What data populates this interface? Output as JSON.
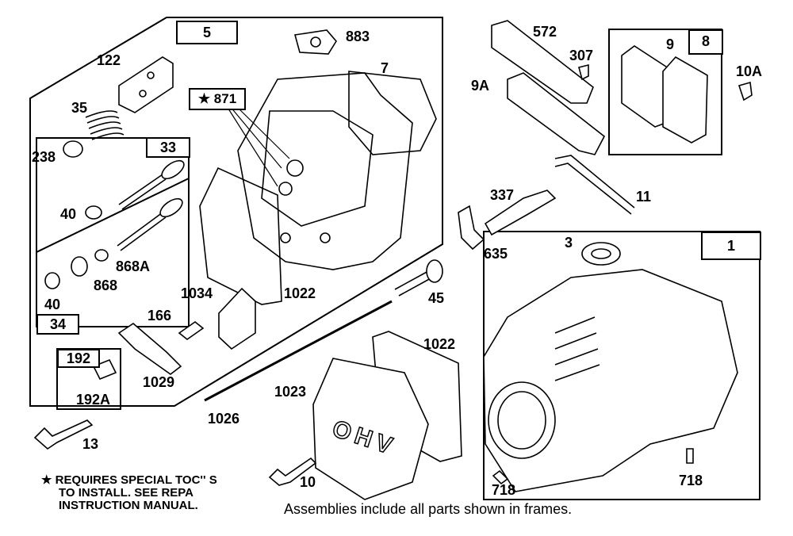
{
  "callouts": {
    "p5": "5",
    "p883": "883",
    "p7": "7",
    "p122": "122",
    "p35": "35",
    "p238": "238",
    "p871": "★ 871",
    "p33": "33",
    "p40a": "40",
    "p868a": "868A",
    "p868": "868",
    "p40b": "40",
    "p34": "34",
    "p1034": "1034",
    "p1022a": "1022",
    "p166": "166",
    "p1029": "1029",
    "p192": "192",
    "p192a": "192A",
    "p13": "13",
    "p1026": "1026",
    "p1023": "1023",
    "p1022b": "1022",
    "p45": "45",
    "p10": "10",
    "p572": "572",
    "p307": "307",
    "p9a": "9A",
    "p9": "9",
    "p8": "8",
    "p10a": "10A",
    "p11": "11",
    "p337": "337",
    "p635": "635",
    "p3": "3",
    "p1": "1",
    "p718a": "718",
    "p718b": "718"
  },
  "cover_lettering": "OHV",
  "notes": {
    "line1": "★ REQUIRES SPECIAL TOC'' S",
    "line2": "TO INSTALL.  SEE REPA",
    "line3": "INSTRUCTION MANUAL."
  },
  "caption": "Assemblies include all parts shown in frames."
}
